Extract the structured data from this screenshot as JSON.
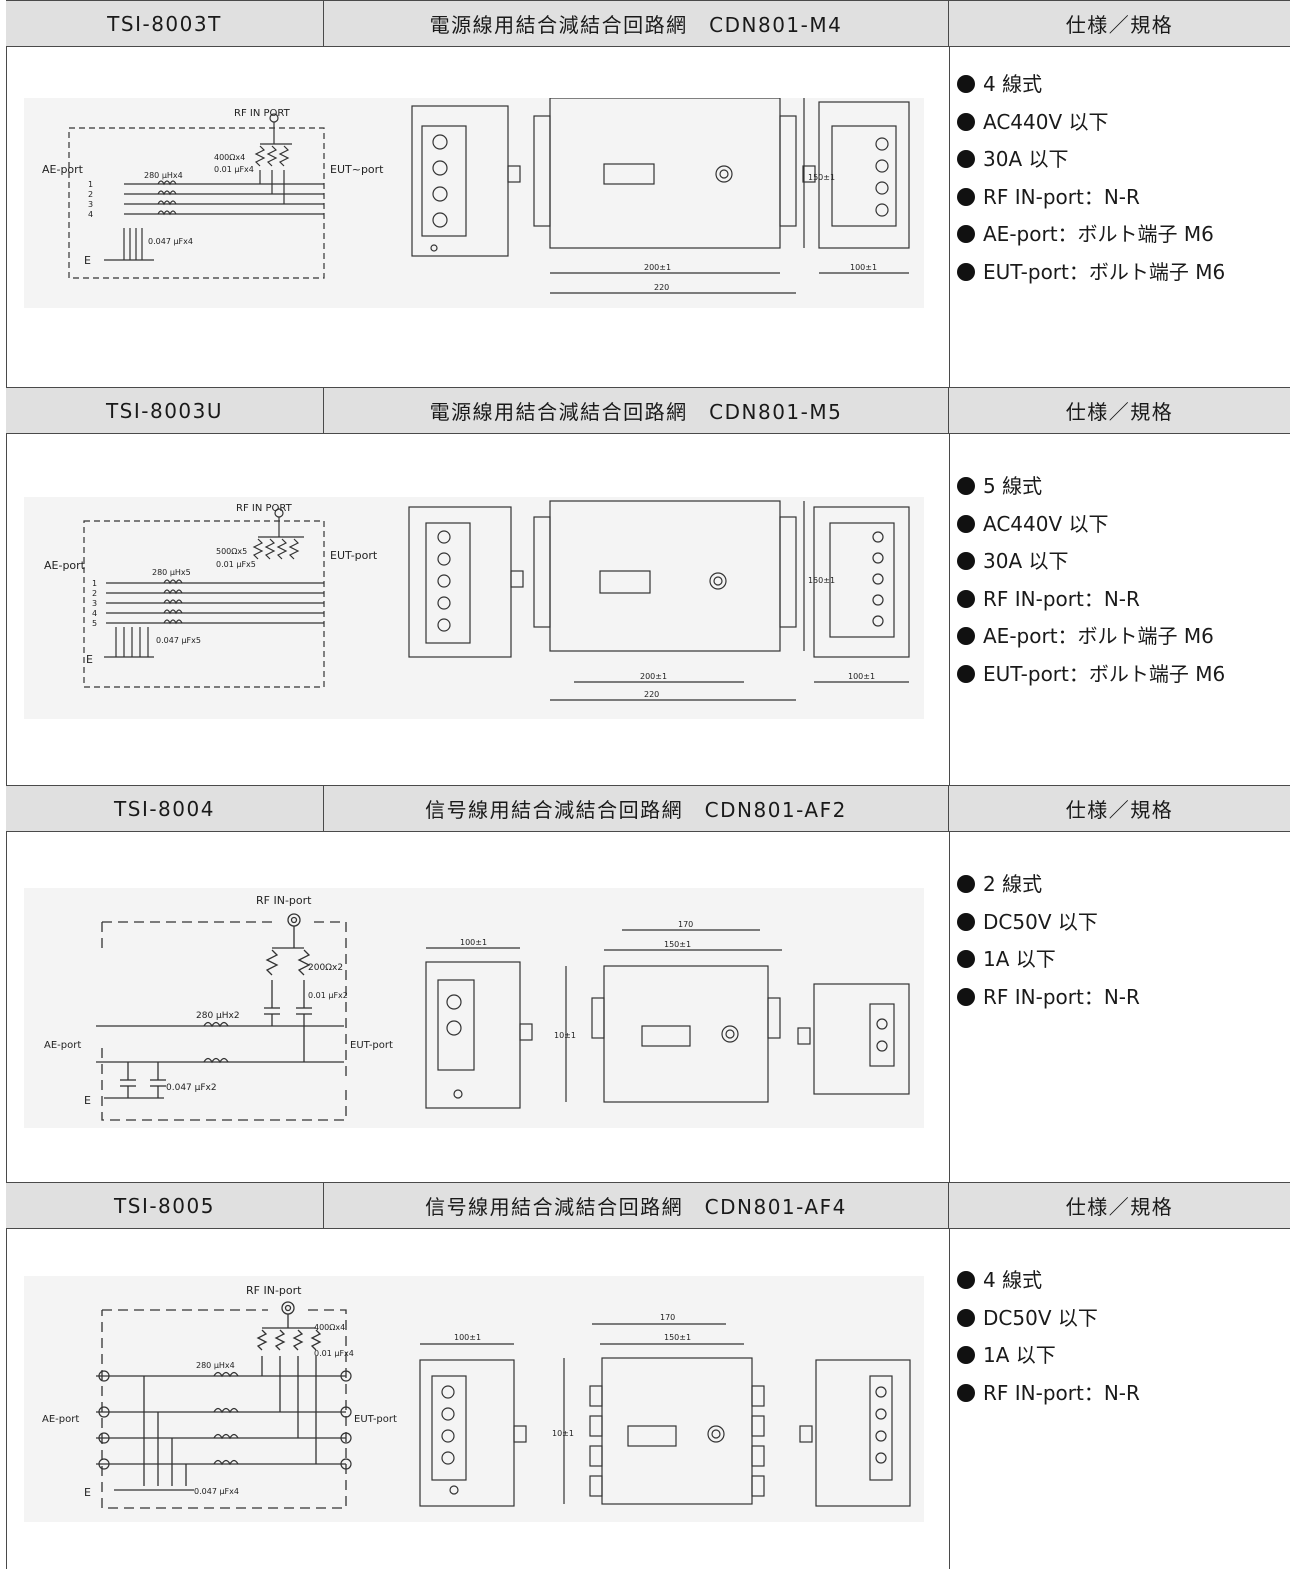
{
  "sections": [
    {
      "model": "TSI-8003T",
      "title": "電源線用結合減結合回路網　CDN801-M4",
      "spec_header": "仕様／規格",
      "specs": [
        "4 線式",
        "AC440V 以下",
        "30A 以下",
        "RF IN-port：N-R",
        "AE-port：ボルト端子 M6",
        "EUT-port：ボルト端子 M6"
      ],
      "schematic": {
        "rf_label": "RF IN PORT",
        "ae_label": "AE-port",
        "eut_label": "EUT~port",
        "inductor_label": "280 μHx4",
        "resistor_label": "400Ωx4",
        "cap_top_label": "0.01 μFx4",
        "cap_bottom_label": "0.047 μFx4",
        "ground_label": "E",
        "line_numbers": [
          "1",
          "2",
          "3",
          "4"
        ]
      },
      "dimensions": [
        "150±1",
        "200±1",
        "220",
        "100±1"
      ]
    },
    {
      "model": "TSI-8003U",
      "title": "電源線用結合減結合回路網　CDN801-M5",
      "spec_header": "仕様／規格",
      "specs": [
        "5 線式",
        "AC440V 以下",
        "30A 以下",
        "RF IN-port：N-R",
        "AE-port：ボルト端子 M6",
        "EUT-port：ボルト端子 M6"
      ],
      "schematic": {
        "rf_label": "RF IN PORT",
        "ae_label": "AE-port",
        "eut_label": "EUT-port",
        "inductor_label": "280 μHx5",
        "resistor_label": "500Ωx5",
        "cap_top_label": "0.01 μFx5",
        "cap_bottom_label": "0.047 μFx5",
        "ground_label": "E",
        "line_numbers": [
          "1",
          "2",
          "3",
          "4",
          "5"
        ]
      },
      "dimensions": [
        "150±1",
        "200±1",
        "220",
        "100±1"
      ]
    },
    {
      "model": "TSI-8004",
      "title": "信号線用結合減結合回路網　CDN801-AF2",
      "spec_header": "仕様／規格",
      "specs": [
        "2 線式",
        "DC50V 以下",
        "1A 以下",
        "RF IN-port：N-R"
      ],
      "schematic": {
        "rf_label": "RF IN-port",
        "ae_label": "AE-port",
        "eut_label": "EUT-port",
        "inductor_label": "280 μHx2",
        "resistor_label": "200Ωx2",
        "cap_top_label": "0.01 μFx2",
        "cap_bottom_label": "0.047 μFx2",
        "ground_label": "E",
        "line_numbers": []
      },
      "dimensions": [
        "100±1",
        "170",
        "150±1",
        "10±1"
      ]
    },
    {
      "model": "TSI-8005",
      "title": "信号線用結合減結合回路網　CDN801-AF4",
      "spec_header": "仕様／規格",
      "specs": [
        "4 線式",
        "DC50V 以下",
        "1A 以下",
        "RF IN-port：N-R"
      ],
      "schematic": {
        "rf_label": "RF IN-port",
        "ae_label": "AE-port",
        "eut_label": "EUT-port",
        "inductor_label": "280 μHx4",
        "resistor_label": "400Ωx4",
        "cap_top_label": "0.01 μFx4",
        "cap_bottom_label": "0.047 μFx4",
        "ground_label": "E",
        "line_numbers": []
      },
      "dimensions": [
        "100±1",
        "170",
        "150±1",
        "10±1"
      ]
    }
  ]
}
